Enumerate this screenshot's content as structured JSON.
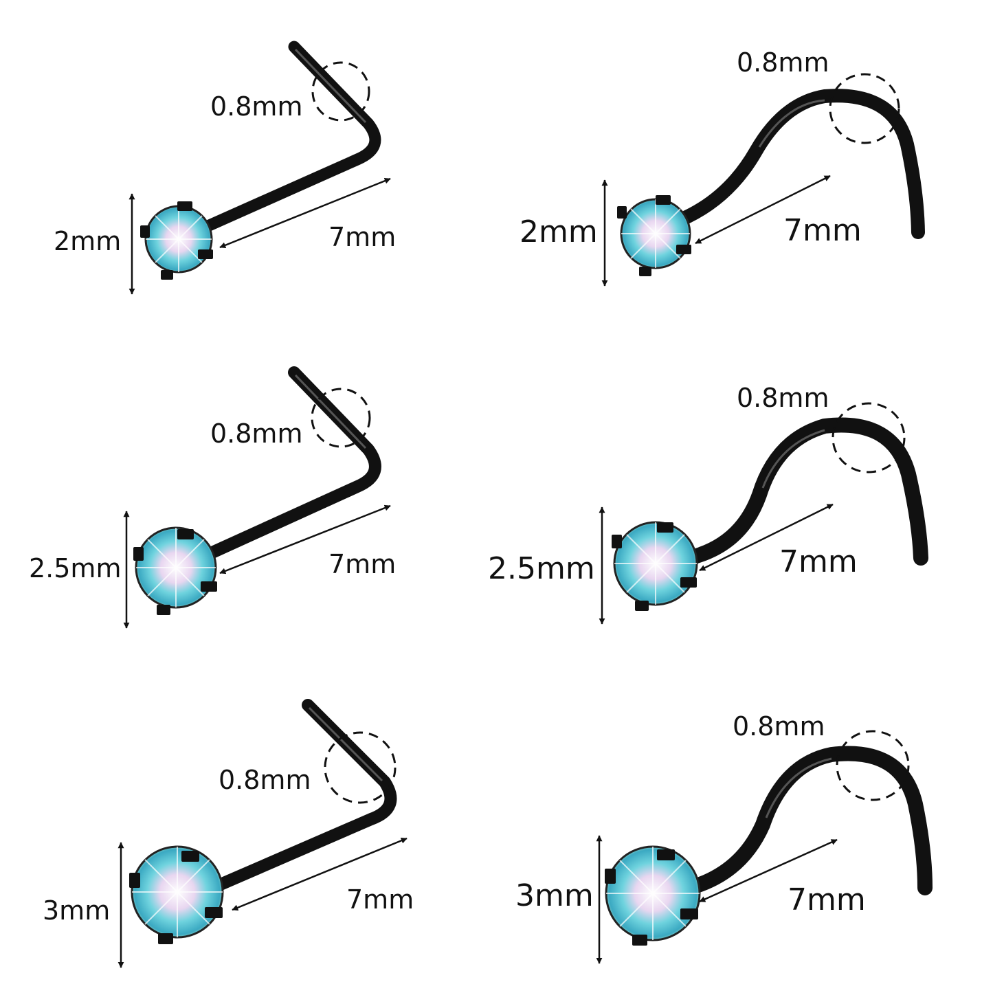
{
  "colors": {
    "background": "#ffffff",
    "metal": "#111111",
    "annotation": "#111111",
    "gem_center": "#f2f8ff",
    "gem_teal": "#4fc9d6",
    "gem_pink": "#d9a8d4"
  },
  "items": [
    {
      "style": "L-shape",
      "gauge_label": "0.8mm",
      "gem_label": "2mm",
      "length_label": "7mm"
    },
    {
      "style": "screw",
      "gauge_label": "0.8mm",
      "gem_label": "2mm",
      "length_label": "7mm"
    },
    {
      "style": "L-shape",
      "gauge_label": "0.8mm",
      "gem_label": "2.5mm",
      "length_label": "7mm"
    },
    {
      "style": "screw",
      "gauge_label": "0.8mm",
      "gem_label": "2.5mm",
      "length_label": "7mm"
    },
    {
      "style": "L-shape",
      "gauge_label": "0.8mm",
      "gem_label": "3mm",
      "length_label": "7mm"
    },
    {
      "style": "screw",
      "gauge_label": "0.8mm",
      "gem_label": "3mm",
      "length_label": "7mm"
    }
  ]
}
